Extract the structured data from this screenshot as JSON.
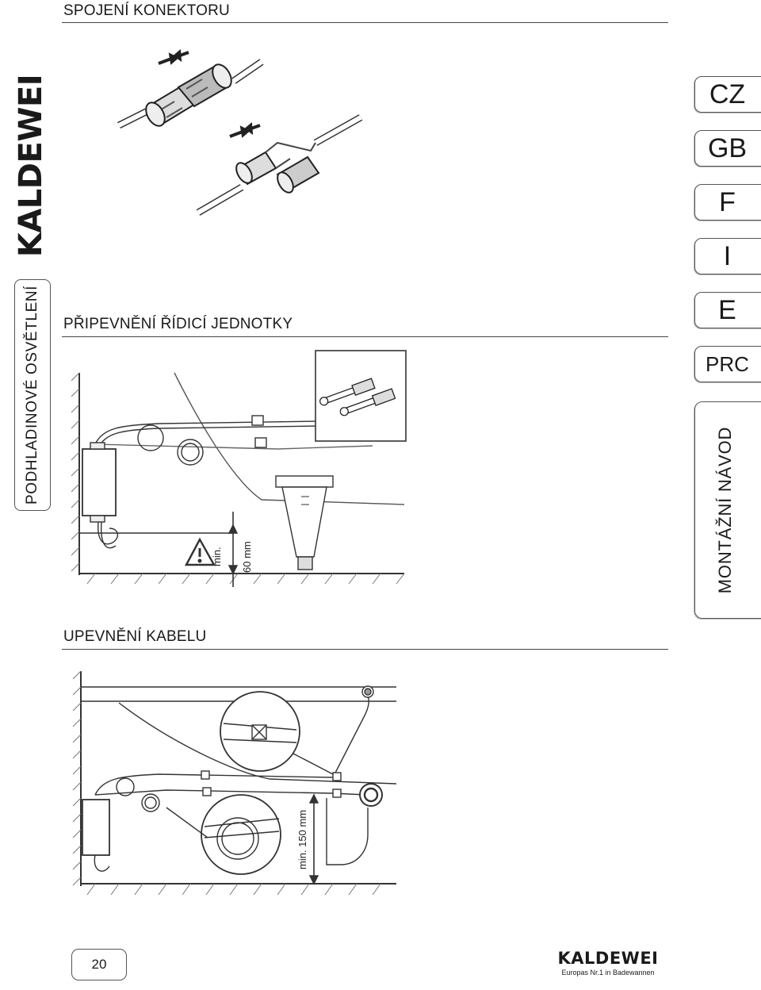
{
  "sections": {
    "connector_title": "SPOJENÍ KONEKTORU",
    "control_unit_title": "PŘIPEVNĚNÍ ŘÍDICÍ JEDNOTKY",
    "cable_title": "UPEVNĚNÍ KABELU"
  },
  "side": {
    "logo": "KALDEWEI",
    "category": "PODHLADINOVÉ OSVĚTLENÍ"
  },
  "languages": [
    "CZ",
    "GB",
    "F",
    "I",
    "E",
    "PRC"
  ],
  "manual_label": "MONTÁŽNÍ NÁVOD",
  "figures": {
    "control_unit": {
      "dim_label_1": "min.",
      "dim_label_2": "60 mm"
    },
    "cable": {
      "dim_label": "min. 150 mm"
    }
  },
  "footer": {
    "page_number": "20",
    "brand": "KALDEWEI",
    "claim": "Europas Nr.1 in Badewannen"
  }
}
